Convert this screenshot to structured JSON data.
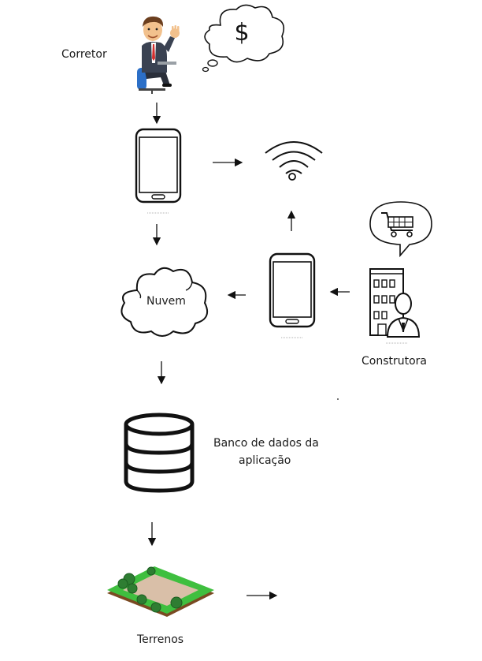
{
  "labels": {
    "corretor": "Corretor",
    "nuvem": "Nuvem",
    "construtora": "Construtora",
    "banco_line1": "Banco de dados da",
    "banco_line2": "aplicação",
    "terrenos": "Terrenos"
  },
  "thought_bubble_symbol": "$",
  "icons": {
    "broker": "businessman-waving-icon",
    "phone_left": "smartphone-icon",
    "phone_right": "smartphone-icon",
    "wifi": "wifi-icon",
    "cloud": "cloud-icon",
    "building": "office-building-icon",
    "cart": "shopping-cart-icon",
    "database": "database-icon",
    "land": "land-plot-icon"
  },
  "colors": {
    "line": "#111111",
    "grass": "#3fbf3f",
    "plot": "#d9bfa8",
    "tree": "#2e7d32"
  }
}
